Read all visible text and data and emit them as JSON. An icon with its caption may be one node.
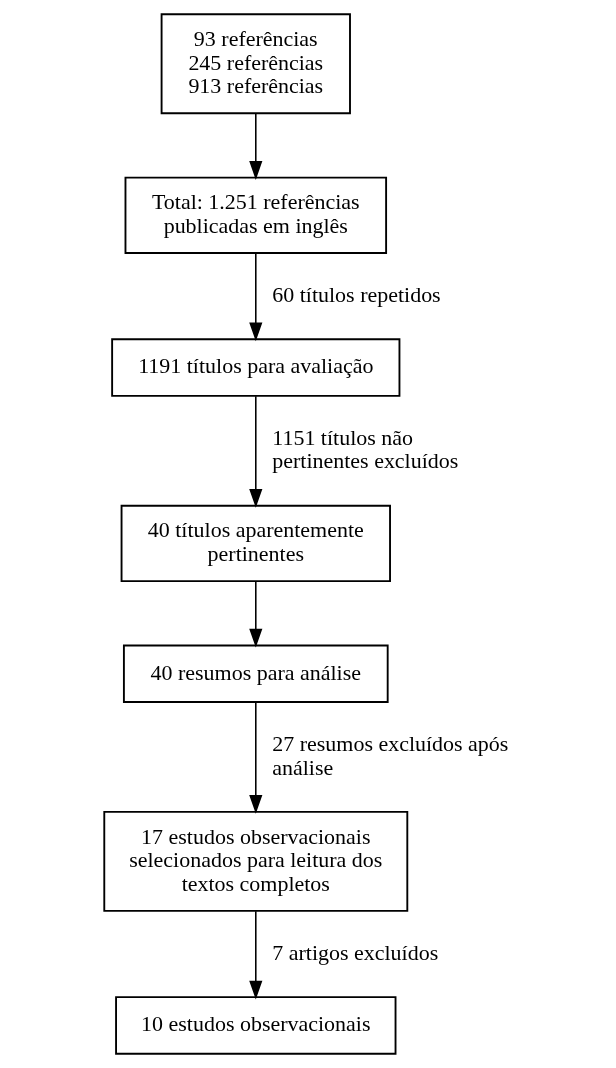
{
  "diagram": {
    "nodes": [
      {
        "text": [
          "93 referências",
          "245 referências",
          "913 referências"
        ]
      },
      {
        "text": [
          "Total: 1.251 referências publicadas em inglês"
        ]
      },
      {
        "text": [
          "1191 títulos para avaliação"
        ]
      },
      {
        "text": [
          "40 títulos aparentemente pertinentes"
        ]
      },
      {
        "text": [
          "40 resumos para análise"
        ]
      },
      {
        "text": [
          "17 estudos observacionais selecionados para leitura dos textos completos"
        ]
      },
      {
        "text": [
          "10 estudos observacionais"
        ]
      }
    ],
    "edges": [
      {
        "from": 0,
        "to": 1,
        "arrow": "to"
      },
      {
        "from": 1,
        "to": 2,
        "arrow": "to",
        "label": "60 títulos repetidos"
      },
      {
        "from": 2,
        "to": 3,
        "arrow": "to",
        "label": "1151 títulos não pertinentes excluídos"
      },
      {
        "from": 3,
        "to": 4,
        "arrow": "to"
      },
      {
        "from": 4,
        "to": 5,
        "arrow": "to",
        "label": "27 resumos excluídos após análise"
      },
      {
        "from": 5,
        "to": 6,
        "arrow": "to",
        "label": "7 artigos excluídos"
      }
    ]
  }
}
